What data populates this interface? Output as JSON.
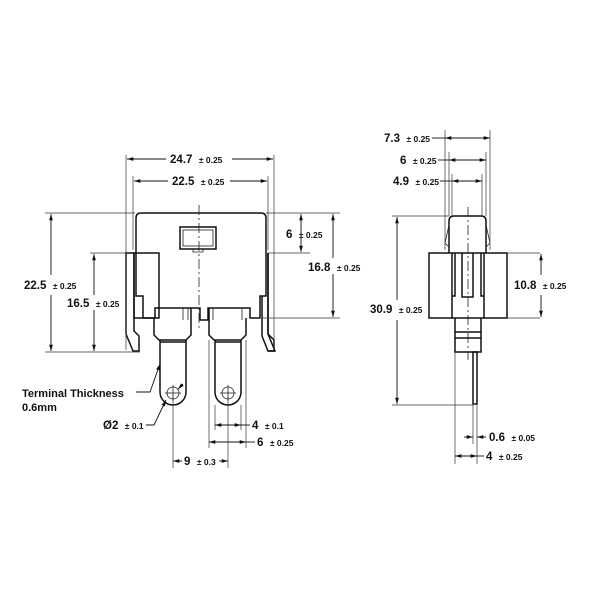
{
  "drawing": {
    "front_view": {
      "dimensions": {
        "overall_width": {
          "value": "24.7",
          "tol": "± 0.25"
        },
        "body_width": {
          "value": "22.5",
          "tol": "± 0.25"
        },
        "overall_height": {
          "value": "22.5",
          "tol": "± 0.25"
        },
        "clip_height": {
          "value": "16.5",
          "tol": "± 0.25"
        },
        "top_to_clip": {
          "value": "6",
          "tol": "± 0.25"
        },
        "top_to_base": {
          "value": "16.8",
          "tol": "± 0.25"
        },
        "terminal_hole": {
          "value": "Ø2",
          "tol": "± 0.1"
        },
        "terminal_inner_width": {
          "value": "4",
          "tol": "± 0.1"
        },
        "terminal_outer_width": {
          "value": "6",
          "tol": "± 0.25"
        },
        "terminal_pitch": {
          "value": "9",
          "tol": "± 0.3"
        }
      },
      "note_line1": "Terminal Thickness",
      "note_line2": "0.6mm"
    },
    "side_view": {
      "dimensions": {
        "top_width_outer": {
          "value": "7.3",
          "tol": "± 0.25"
        },
        "top_width_mid": {
          "value": "6",
          "tol": "± 0.25"
        },
        "top_width_inner": {
          "value": "4.9",
          "tol": "± 0.25"
        },
        "overall_height": {
          "value": "30.9",
          "tol": "± 0.25"
        },
        "flange_height": {
          "value": "10.8",
          "tol": "± 0.25"
        },
        "terminal_thickness": {
          "value": "0.6",
          "tol": "± 0.05"
        },
        "terminal_offset": {
          "value": "4",
          "tol": "± 0.25"
        }
      }
    }
  }
}
